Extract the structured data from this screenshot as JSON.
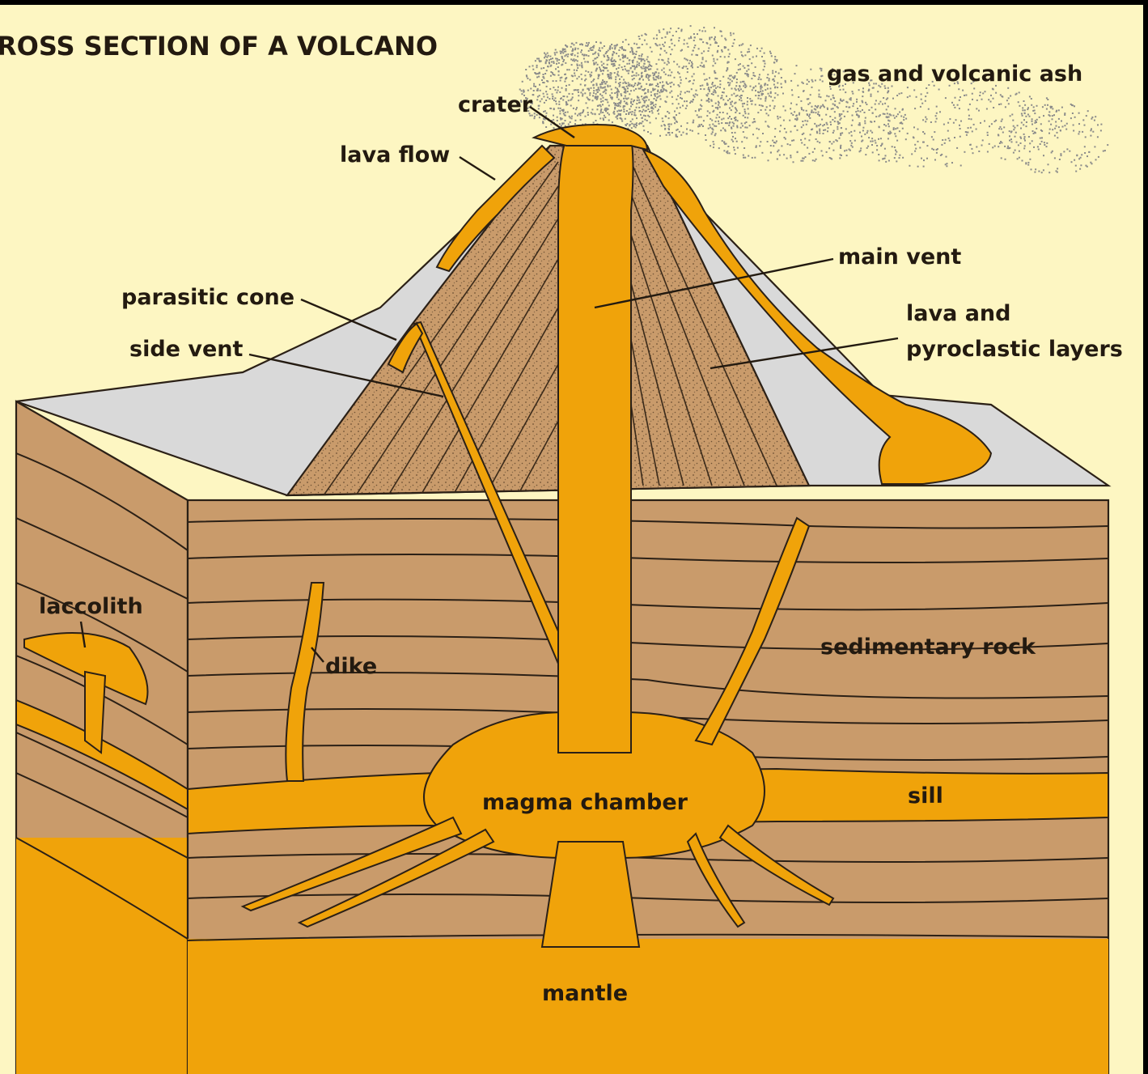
{
  "title": "ROSS SECTION OF A VOLCANO",
  "labels": {
    "gas_ash": "gas and volcanic ash",
    "crater": "crater",
    "lava_flow": "lava flow",
    "main_vent": "main vent",
    "lava_pyro_1": "lava and",
    "lava_pyro_2": "pyroclastic layers",
    "parasitic_cone": "parasitic cone",
    "side_vent": "side vent",
    "laccolith": "laccolith",
    "dike": "dike",
    "sedimentary_rock": "sedimentary rock",
    "magma_chamber": "magma chamber",
    "sill": "sill",
    "mantle": "mantle"
  },
  "colors": {
    "background": "#fdf6c2",
    "border": "#000000",
    "rock": "#c99b6b",
    "magma": "#f0a30a",
    "surface": "#d9d9d9",
    "ash": "#8a8a8a"
  }
}
